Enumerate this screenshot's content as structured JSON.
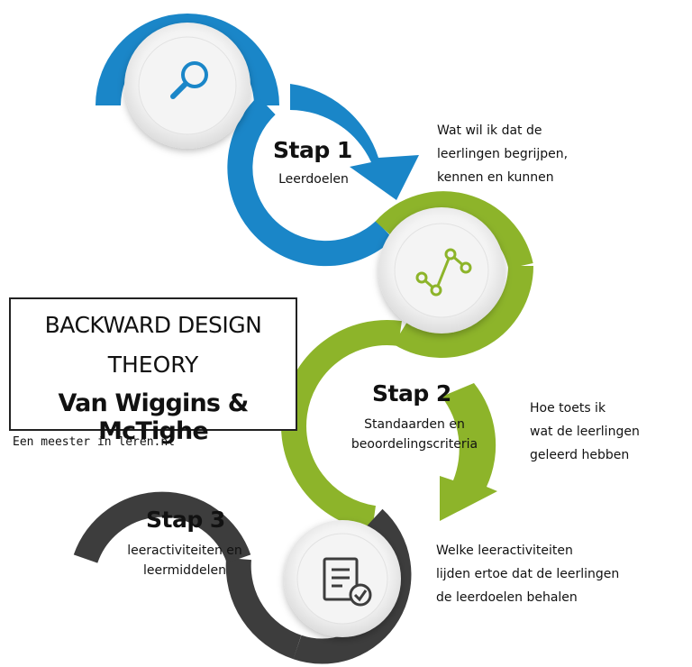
{
  "title": {
    "line1": "BACKWARD DESIGN",
    "line2": "THEORY",
    "line3": "Van Wiggins & McTighe"
  },
  "credit": "Een meester in leren.nl",
  "steps": [
    {
      "title": "Stap 1",
      "subtitle_lines": [
        "Leerdoelen"
      ],
      "description_lines": [
        "Wat wil ik dat de",
        "leerlingen begrijpen,",
        "kennen en kunnen"
      ],
      "icon": "magnifier-icon",
      "color": "#1a86c8"
    },
    {
      "title": "Stap 2",
      "subtitle_lines": [
        "Standaarden en",
        "beoordelingscriteria"
      ],
      "description_lines": [
        "Hoe toets ik",
        "wat de leerlingen",
        "geleerd hebben"
      ],
      "icon": "line-graph-icon",
      "color": "#8db42a"
    },
    {
      "title": "Stap 3",
      "subtitle_lines": [
        "leeractiviteiten en",
        "leermiddelen"
      ],
      "description_lines": [
        "Welke leeractiviteiten",
        "lijden ertoe dat de leerlingen",
        "de leerdoelen behalen"
      ],
      "icon": "checked-document-icon",
      "color": "#3d3d3d"
    }
  ]
}
